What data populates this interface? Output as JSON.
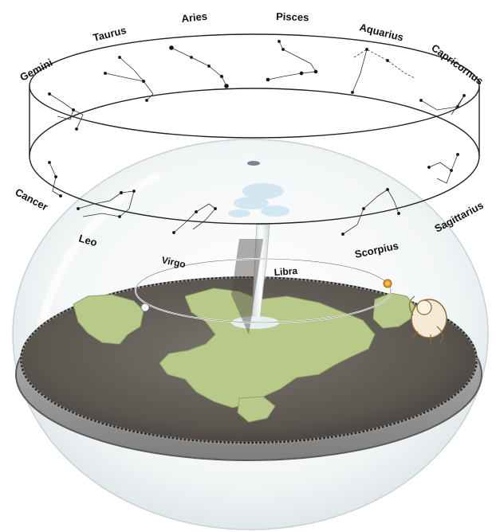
{
  "zodiac": {
    "aries": "Aries",
    "pisces": "Pisces",
    "taurus": "Taurus",
    "aquarius": "Aquarius",
    "gemini": "Gemini",
    "capricornus": "Capricornus",
    "cancer": "Cancer",
    "sagittarius": "Sagittarius",
    "leo": "Leo",
    "virgo": "Virgo",
    "libra": "Libra",
    "scorpius": "Scorpius"
  },
  "colors": {
    "dome": "#e7eef0",
    "disc_surface": "#5f5a55",
    "land": "#b8c98a",
    "orbit": "#ffffff",
    "cylinder": "#222222",
    "waterfall": "#ffffff",
    "sun": "#e39a2a",
    "moon": "#f6f6f6"
  }
}
